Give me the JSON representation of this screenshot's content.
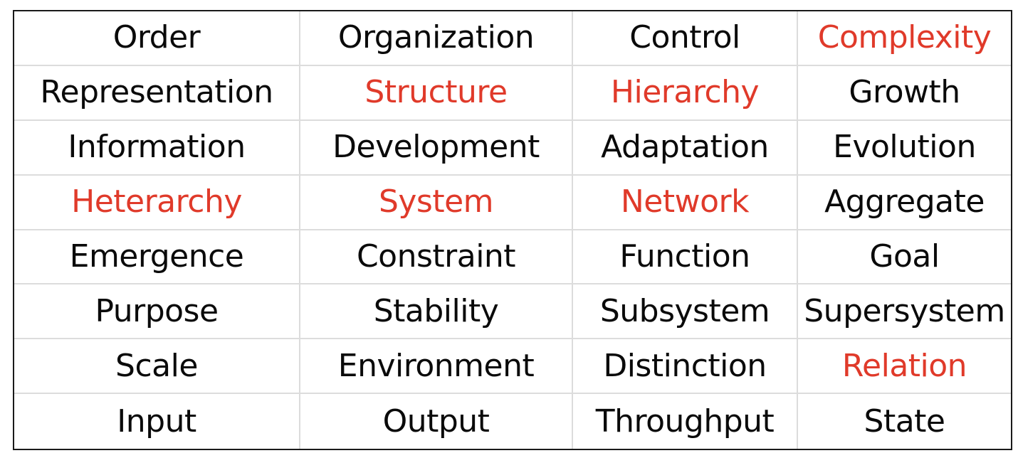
{
  "table": {
    "rows": [
      [
        {
          "text": "Order",
          "highlight": false
        },
        {
          "text": "Organization",
          "highlight": false
        },
        {
          "text": "Control",
          "highlight": false
        },
        {
          "text": "Complexity",
          "highlight": true
        }
      ],
      [
        {
          "text": "Representation",
          "highlight": false
        },
        {
          "text": "Structure",
          "highlight": true
        },
        {
          "text": "Hierarchy",
          "highlight": true
        },
        {
          "text": "Growth",
          "highlight": false
        }
      ],
      [
        {
          "text": "Information",
          "highlight": false
        },
        {
          "text": "Development",
          "highlight": false
        },
        {
          "text": "Adaptation",
          "highlight": false
        },
        {
          "text": "Evolution",
          "highlight": false
        }
      ],
      [
        {
          "text": "Heterarchy",
          "highlight": true
        },
        {
          "text": "System",
          "highlight": true
        },
        {
          "text": "Network",
          "highlight": true
        },
        {
          "text": "Aggregate",
          "highlight": false
        }
      ],
      [
        {
          "text": "Emergence",
          "highlight": false
        },
        {
          "text": "Constraint",
          "highlight": false
        },
        {
          "text": "Function",
          "highlight": false
        },
        {
          "text": "Goal",
          "highlight": false
        }
      ],
      [
        {
          "text": "Purpose",
          "highlight": false
        },
        {
          "text": "Stability",
          "highlight": false
        },
        {
          "text": "Subsystem",
          "highlight": false
        },
        {
          "text": "Supersystem",
          "highlight": false
        }
      ],
      [
        {
          "text": "Scale",
          "highlight": false
        },
        {
          "text": "Environment",
          "highlight": false
        },
        {
          "text": "Distinction",
          "highlight": false
        },
        {
          "text": "Relation",
          "highlight": true
        }
      ],
      [
        {
          "text": "Input",
          "highlight": false
        },
        {
          "text": "Output",
          "highlight": false
        },
        {
          "text": "Throughput",
          "highlight": false
        },
        {
          "text": "State",
          "highlight": false
        }
      ]
    ]
  },
  "colors": {
    "text": "#0a0a0a",
    "highlight": "#e03a2a",
    "outer_border": "#1a1a1a",
    "grid_lines": "#dcdcdc"
  }
}
